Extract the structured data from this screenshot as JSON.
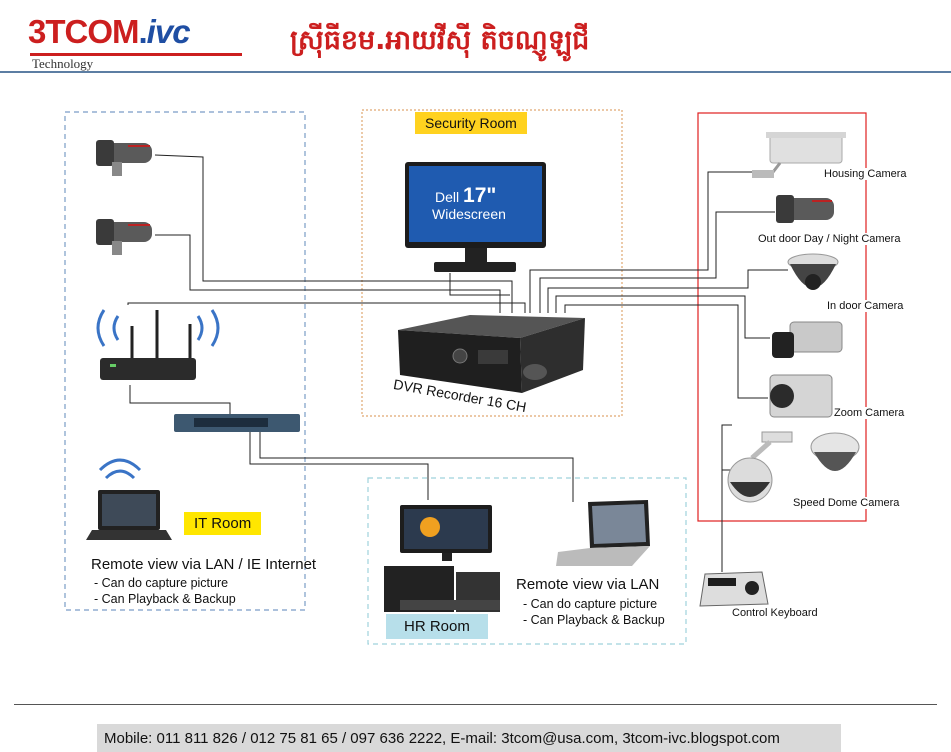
{
  "header": {
    "logo_text_main": "3TCOM",
    "logo_text_sep": ".",
    "logo_text_ivc": "ivc",
    "logo_subtitle": "Technology",
    "khmer_title": "ស្រ៊ីធីខម.អាយវីសុី  តិចណ្ញូឡូជី"
  },
  "rooms": {
    "security": {
      "label": "Security Room"
    },
    "it": {
      "label": "IT Room"
    },
    "hr": {
      "label": "HR Room"
    }
  },
  "devices": {
    "monitor": {
      "brand": "Dell",
      "size": "17\"",
      "type": "Widescreen"
    },
    "dvr": {
      "label": "DVR Recorder 16 CH"
    },
    "keyboard": {
      "label": "Control Keyboard"
    }
  },
  "cameras": [
    {
      "label": "Housing Camera"
    },
    {
      "label": "Out door Day / Night Camera"
    },
    {
      "label": "In door Camera"
    },
    {
      "label": "Zoom Camera"
    },
    {
      "label": "Speed Dome Camera"
    }
  ],
  "it_notes": {
    "heading": "Remote view via LAN / IE Internet",
    "items": [
      "- Can do capture picture",
      "- Can Playback & Backup"
    ]
  },
  "hr_notes": {
    "heading": "Remote view via LAN",
    "items": [
      "- Can do capture picture",
      "- Can Playback & Backup"
    ]
  },
  "footer": {
    "contact": "Mobile: 011 811 826 / 012 75 81 65 / 097 636 2222, E-mail: 3tcom@usa.com, 3tcom-ivc.blogspot.com"
  },
  "colors": {
    "brand_red": "#cc1f1f",
    "brand_blue": "#1f4ea3",
    "label_yellow": "#ffd21f",
    "hr_label_blue": "#b7dfea",
    "security_border": "#e0a870",
    "camera_border": "#e02020",
    "dash_border": "#7a9cc6"
  }
}
